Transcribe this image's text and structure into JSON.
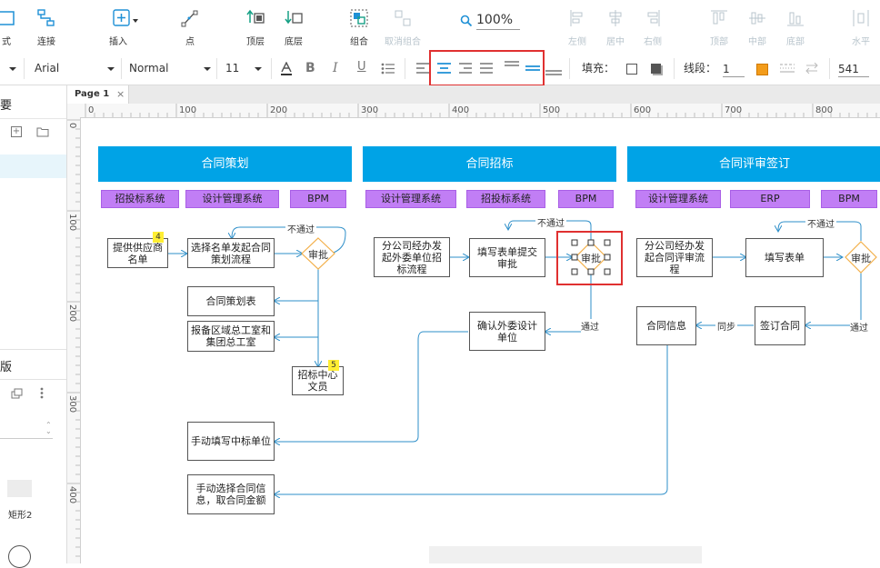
{
  "toolbar": {
    "items": [
      {
        "label": "式"
      },
      {
        "label": "连接"
      },
      {
        "label": "插入"
      },
      {
        "label": "点"
      },
      {
        "label": "顶层"
      },
      {
        "label": "底层"
      },
      {
        "label": "组合"
      },
      {
        "label": "取消组合"
      },
      {
        "label": "左侧"
      },
      {
        "label": "居中"
      },
      {
        "label": "右侧"
      },
      {
        "label": "顶部"
      },
      {
        "label": "中部"
      },
      {
        "label": "底部"
      },
      {
        "label": "水平"
      }
    ],
    "zoom": "100%"
  },
  "format": {
    "font_family": "Arial",
    "font_style": "Normal",
    "font_size": "11",
    "fill_label": "填充：",
    "line_label": "线段：",
    "line_width": "1",
    "width_value": "541",
    "accent_color": "#f39c1a"
  },
  "left_panel": {
    "title_top": "要",
    "title_mid": "版",
    "shape_label": "矩形2"
  },
  "page_tab": {
    "label": "Page 1"
  },
  "ruler": {
    "h_ticks": [
      "0",
      "100",
      "200",
      "300",
      "400",
      "500",
      "600",
      "700",
      "800"
    ],
    "v_ticks": [
      "0",
      "100",
      "200",
      "300",
      "400"
    ]
  },
  "diagram": {
    "phases": [
      "合同策划",
      "合同招标",
      "合同评审签订"
    ],
    "systems": [
      "招投标系统",
      "设计管理系统",
      "BPM",
      "设计管理系统",
      "招投标系统",
      "BPM",
      "设计管理系统",
      "ERP",
      "BPM"
    ],
    "boxes": {
      "provide_list": "提供供应商名单",
      "select_list": "选择名单发起合同策划流程",
      "plan_table": "合同策划表",
      "report_office": "报备区域总工室和集团总工室",
      "bid_center": "招标中心文员",
      "manual_fill": "手动填写中标单位",
      "manual_select": "手动选择合同信息，取合同金额",
      "branch_start": "分公司经办发起外委单位招标流程",
      "fill_submit": "填写表单提交审批",
      "confirm_unit": "确认外委设计单位",
      "branch_review": "分公司经办发起合同评审流程",
      "fill_form": "填写表单",
      "contract_info": "合同信息",
      "sign_contract": "签订合同"
    },
    "decisions": [
      "审批",
      "审批",
      "审批"
    ],
    "labels": {
      "reject1": "不通过",
      "reject2": "不通过",
      "reject3": "不通过",
      "pass2": "通过",
      "pass3": "通过",
      "sync": "同步"
    },
    "badges": [
      "4",
      "5"
    ],
    "colors": {
      "phase": "#00a3e6",
      "system": "#c17ef5",
      "connector": "#2e8fc9",
      "decision": "#f3b04b",
      "highlight": "#e03030"
    }
  }
}
